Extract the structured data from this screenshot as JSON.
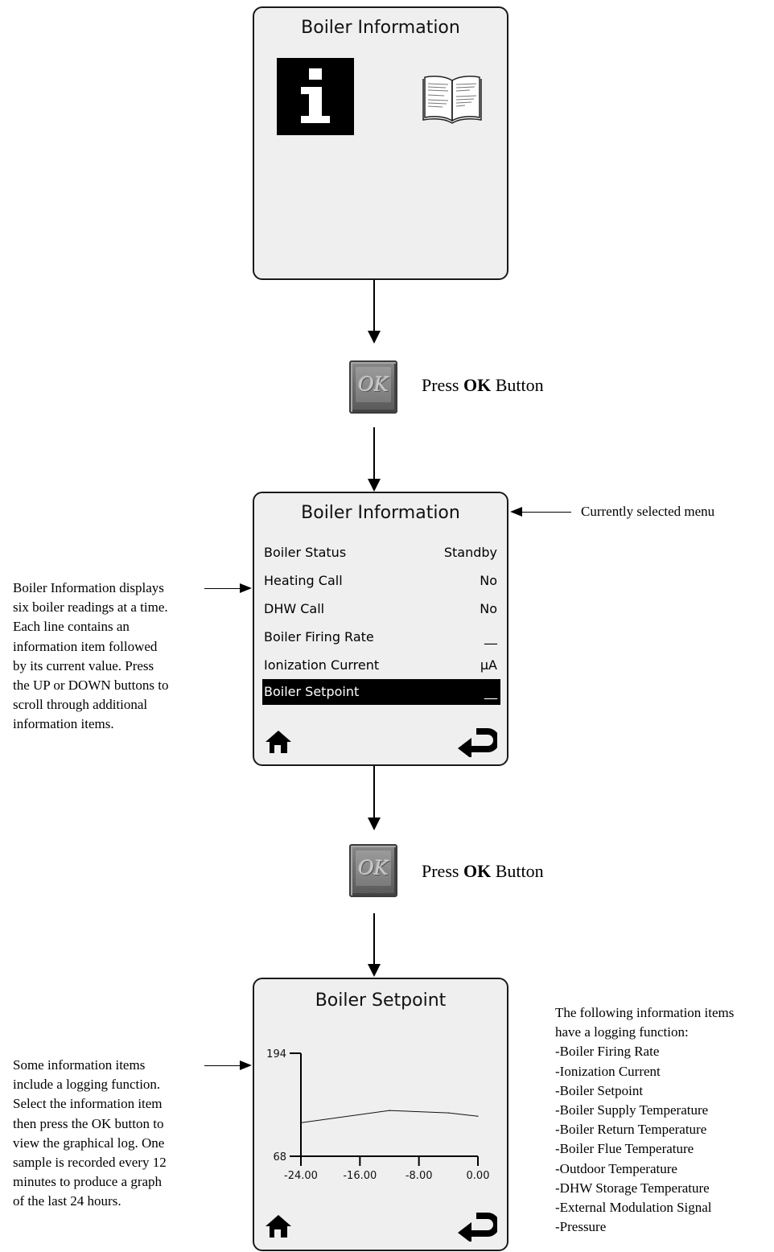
{
  "screen1": {
    "title": "Boiler Information",
    "icons": [
      "info-icon",
      "manual-book-icon"
    ]
  },
  "step1": {
    "press_prefix": "Press ",
    "press_key": "OK",
    "press_suffix": " Button",
    "button_label": "OK"
  },
  "screen2": {
    "title": "Boiler Information",
    "rows": [
      {
        "label": "Boiler Status",
        "value": "Standby"
      },
      {
        "label": "Heating Call",
        "value": "No"
      },
      {
        "label": "DHW Call",
        "value": "No"
      },
      {
        "label": "Boiler Firing Rate",
        "value": "__"
      },
      {
        "label": "Ionization Current",
        "value": "µA"
      },
      {
        "label": "Boiler Setpoint",
        "value": "__",
        "selected": true
      }
    ],
    "icons": [
      "home-icon",
      "back-arrow-icon"
    ]
  },
  "annotation_current": "Currently selected menu",
  "annotation_left1": [
    "Boiler Information displays",
    "six boiler readings at a time.",
    "Each line contains an",
    "information item followed",
    "by its current value.  Press",
    "the UP or DOWN buttons to",
    "scroll through additional",
    "information items."
  ],
  "step2": {
    "press_prefix": "Press ",
    "press_key": "OK",
    "press_suffix": " Button",
    "button_label": "OK"
  },
  "screen3": {
    "title": "Boiler Setpoint",
    "icons": [
      "home-icon",
      "back-arrow-icon"
    ]
  },
  "chart_data": {
    "type": "line",
    "title": "Boiler Setpoint",
    "xlabel": "",
    "ylabel": "",
    "x_ticks": [
      "-24.00",
      "-16.00",
      "-8.00",
      "0.00"
    ],
    "y_ticks": [
      "194",
      "68"
    ],
    "xlim": [
      -24,
      0
    ],
    "ylim": [
      68,
      194
    ],
    "grid": false,
    "series": [
      {
        "x": [
          -24,
          -12,
          -4,
          0
        ],
        "y": [
          109,
          124,
          121,
          117
        ]
      }
    ]
  },
  "annotation_left2": [
    "Some information items",
    "include a logging function.",
    "Select the information item",
    "then press the OK button to",
    "view the graphical log.  One",
    "sample is recorded every 12",
    "minutes to produce a graph",
    "of the last 24 hours."
  ],
  "annotation_right": [
    "The following information items",
    "have a logging function:",
    "-Boiler Firing Rate",
    "-Ionization Current",
    "-Boiler Setpoint",
    "-Boiler Supply Temperature",
    "-Boiler Return Temperature",
    "-Boiler Flue Temperature",
    "-Outdoor Temperature",
    "-DHW Storage Temperature",
    "-External Modulation Signal",
    "-Pressure"
  ]
}
